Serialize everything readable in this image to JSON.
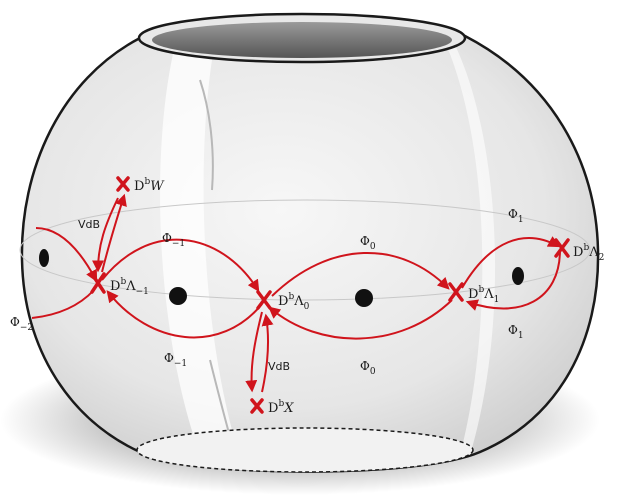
{
  "nodes": {
    "W": {
      "name": "D",
      "sup": "b",
      "rest": "W"
    },
    "L_m1": {
      "name": "D",
      "sup": "b",
      "rest": "Λ",
      "sub": "−1"
    },
    "L_0": {
      "name": "D",
      "sup": "b",
      "rest": "Λ",
      "sub": "0"
    },
    "L_1": {
      "name": "D",
      "sup": "b",
      "rest": "Λ",
      "sub": "1"
    },
    "L_2": {
      "name": "D",
      "sup": "b",
      "rest": "Λ",
      "sub": "2"
    },
    "X": {
      "name": "D",
      "sup": "b",
      "rest": "X"
    }
  },
  "arrow_labels": {
    "phi_m1_top": {
      "base": "Φ",
      "sub": "−1"
    },
    "phi_0_top": {
      "base": "Φ",
      "sub": "0"
    },
    "phi_1_top": {
      "base": "Φ",
      "sub": "1"
    },
    "phi_m2": {
      "base": "Φ",
      "sub": "−2"
    },
    "phi_m1_bottom": {
      "base": "Φ",
      "sub": "−1"
    },
    "phi_0_bottom": {
      "base": "Φ",
      "sub": "0"
    },
    "phi_1_bottom": {
      "base": "Φ",
      "sub": "1"
    },
    "vdb_top": "VdB",
    "vdb_bottom": "VdB"
  },
  "colors": {
    "arrow": "#d0141c",
    "sphere_fill": "#ececec",
    "sphere_stroke": "#1a1a1a",
    "pole": "#111111"
  }
}
